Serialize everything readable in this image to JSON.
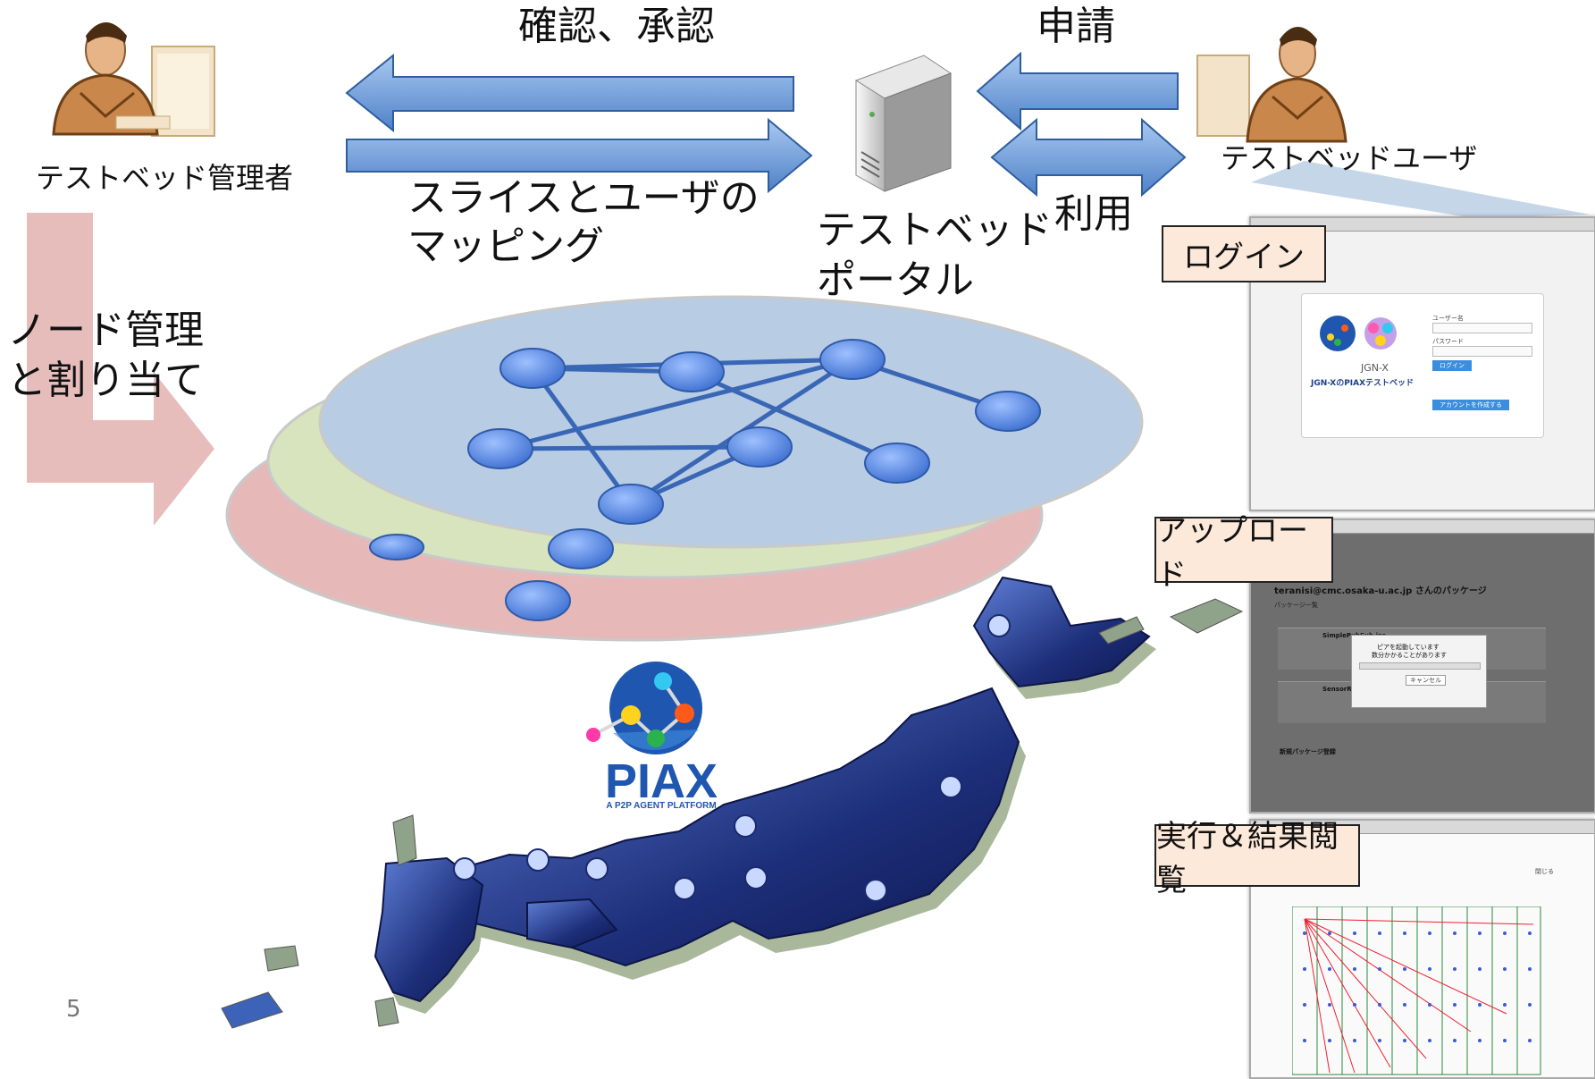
{
  "labels": {
    "admin": "テストベッド管理者",
    "user": "テストベッドユーザ",
    "confirm": "確認、承認",
    "apply": "申請",
    "mapping_line1": "スライスとユーザの",
    "mapping_line2": "マッピング",
    "use": "利用",
    "portal_line1": "テストベッド",
    "portal_line2": "ポータル",
    "node_line1": "ノード管理",
    "node_line2": "と割り当て",
    "slide_number": "5"
  },
  "callouts": {
    "login": "ログイン",
    "upload": "アップロード",
    "run": "実行＆結果閲覧"
  },
  "logo": {
    "piax": "PIAX",
    "piax_sub": "A P2P AGENT PLATFORM"
  },
  "screens": {
    "login": {
      "brand": "JGN-XのPIAXテストベッド",
      "jgn": "JGN-X",
      "username": "ユーザー名",
      "password": "パスワード",
      "login_button": "ログイン",
      "create_account": "アカウントを作成する"
    },
    "upload": {
      "title": "teranisi@cmc.osaka-u.ac.jp さんのパッケージ",
      "list_header": "パッケージ一覧",
      "pkg1": "SimplePubSub.jar",
      "pkg2": "SensorRepo",
      "dialog_line1": "ピアを起動しています",
      "dialog_line2": "数分かかることがあります",
      "cancel": "キャンセル",
      "new_pkg": "新規パッケージ登録"
    },
    "run": {
      "close": "閉じる"
    }
  },
  "colors": {
    "arrow_blue": "#6f9fd8",
    "layer_blue": "#b8cce4",
    "layer_green": "#d7e4bd",
    "layer_red": "#e6b9b8",
    "node_blue": "#5b8ee8",
    "big_arrow_pink": "#e6b9b8",
    "map_blue": "#2a3f8f",
    "map_edge": "#a9b79a",
    "callout_fill": "#fde9d9"
  }
}
